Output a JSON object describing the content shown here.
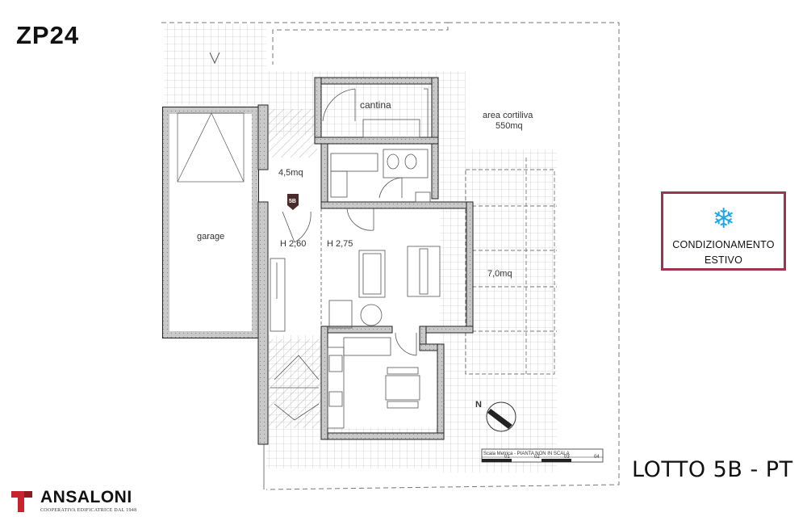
{
  "header": {
    "code": "ZP24"
  },
  "plan": {
    "labels": {
      "cantina": "cantina",
      "area_title": "area cortiliva",
      "area_size": "550mq",
      "stair_area": "4,5mq",
      "badge_code": "5B",
      "garage": "garage",
      "h_left": "H 2,60",
      "h_right": "H 2,75",
      "terrace": "7,0mq",
      "north": "N"
    },
    "scale": {
      "title": "Scala Metrica - PIANTA NON IN SCALA",
      "ticks": [
        "01",
        "02",
        "03",
        "04"
      ]
    }
  },
  "badge": {
    "icon": "snowflake-icon",
    "line1": "CONDIZIONAMENTO",
    "line2": "ESTIVO",
    "border_color": "#a0334f",
    "icon_color": "#1ea7e8"
  },
  "lotto": "LOTTO 5B - PT",
  "logo": {
    "name": "ANSALONI",
    "tagline": "COOPERATIVA EDIFICATRICE DAL 1948",
    "mark_color": "#c8242f"
  }
}
